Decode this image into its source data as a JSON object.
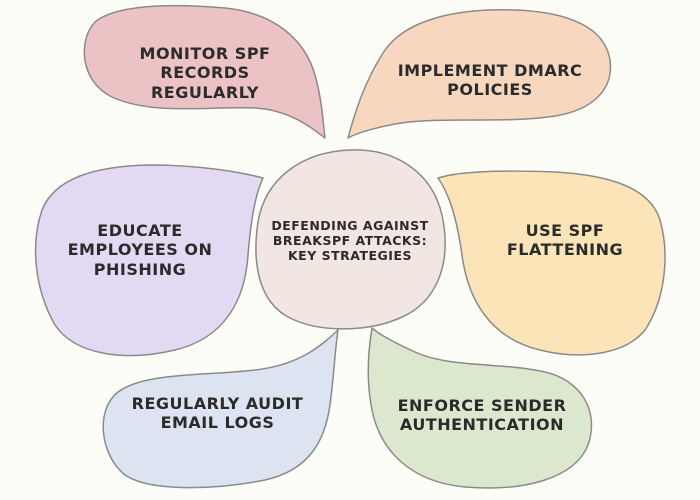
{
  "center": {
    "lines": [
      "DEFENDING AGAINST",
      "BREAKSPF ATTACKS:",
      "KEY STRATEGIES"
    ],
    "fill": "#f1e6e2"
  },
  "petals": [
    {
      "id": "monitor",
      "lines": [
        "MONITOR SPF",
        "RECORDS",
        "REGULARLY"
      ],
      "fill": "#ecc3c5"
    },
    {
      "id": "dmarc",
      "lines": [
        "IMPLEMENT DMARC",
        "POLICIES"
      ],
      "fill": "#f7d8bf"
    },
    {
      "id": "educate",
      "lines": [
        "EDUCATE",
        "EMPLOYEES ON",
        "PHISHING"
      ],
      "fill": "#e4d9f2"
    },
    {
      "id": "flattening",
      "lines": [
        "USE SPF",
        "FLATTENING"
      ],
      "fill": "#fbe4b8"
    },
    {
      "id": "audit",
      "lines": [
        "REGULARLY AUDIT",
        "EMAIL LOGS"
      ],
      "fill": "#dbe4f0"
    },
    {
      "id": "sender",
      "lines": [
        "ENFORCE SENDER",
        "AUTHENTICATION"
      ],
      "fill": "#dce8cd"
    }
  ],
  "stroke_color": "#8a8a8a"
}
